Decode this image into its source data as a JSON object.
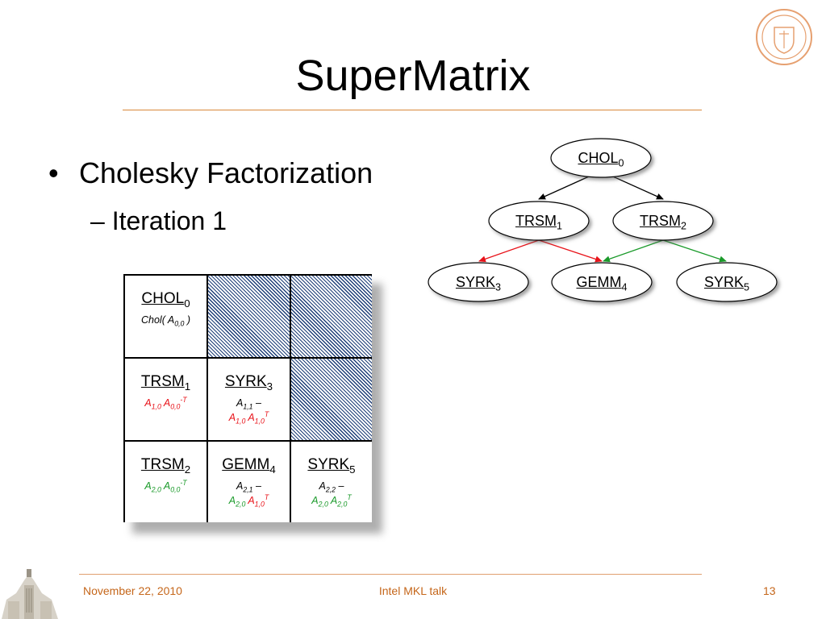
{
  "slide": {
    "title": "SuperMatrix",
    "bullet": "Cholesky Factorization",
    "sub_bullet": "– Iteration 1"
  },
  "matrix": {
    "chol": {
      "op": "CHOL",
      "sub": "0",
      "expr_func": "Chol( A",
      "expr_sub": "0,0",
      "expr_close": " )"
    },
    "trsm1": {
      "op": "TRSM",
      "sub": "1",
      "a": "A",
      "a_sub": "1,0",
      "b": "A",
      "b_sub": "0,0",
      "b_sup": "-T"
    },
    "syrk3": {
      "op": "SYRK",
      "sub": "3",
      "a": "A",
      "a_sub": "1,1",
      "minus": " –",
      "b": "A",
      "b_sub": "1,0",
      "c": "A",
      "c_sub": "1,0",
      "c_sup": "T"
    },
    "trsm2": {
      "op": "TRSM",
      "sub": "2",
      "a": "A",
      "a_sub": "2,0",
      "b": "A",
      "b_sub": "0,0",
      "b_sup": "-T"
    },
    "gemm4": {
      "op": "GEMM",
      "sub": "4",
      "a": "A",
      "a_sub": "2,1",
      "minus": " –",
      "b": "A",
      "b_sub": "2,0",
      "c": "A",
      "c_sub": "1,0",
      "c_sup": "T"
    },
    "syrk5": {
      "op": "SYRK",
      "sub": "5",
      "a": "A",
      "a_sub": "2,2",
      "minus": " –",
      "b": "A",
      "b_sub": "2,0",
      "c": "A",
      "c_sub": "2,0",
      "c_sup": "T"
    }
  },
  "dag": {
    "nodes": [
      {
        "id": "chol0",
        "label": "CHOL",
        "sub": "0"
      },
      {
        "id": "trsm1",
        "label": "TRSM",
        "sub": "1"
      },
      {
        "id": "trsm2",
        "label": "TRSM",
        "sub": "2"
      },
      {
        "id": "syrk3",
        "label": "SYRK",
        "sub": "3"
      },
      {
        "id": "gemm4",
        "label": "GEMM",
        "sub": "4"
      },
      {
        "id": "syrk5",
        "label": "SYRK",
        "sub": "5"
      }
    ],
    "colors": {
      "black_edge": "#000000",
      "red_edge": "#e8131a",
      "green_edge": "#1a9a2a"
    }
  },
  "footer": {
    "date": "November 22, 2010",
    "talk": "Intel MKL talk",
    "page": "13"
  },
  "colors": {
    "accent": "#c5661a",
    "hatch": "#1f3f78"
  }
}
